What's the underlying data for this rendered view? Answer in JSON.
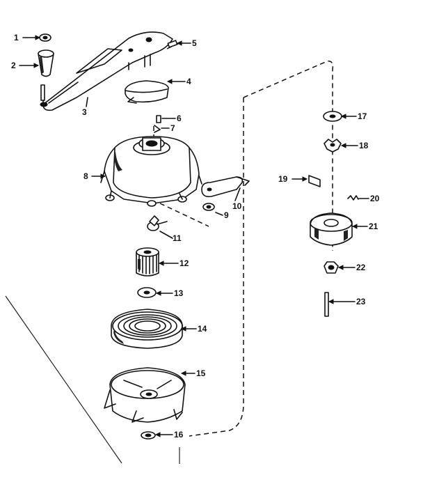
{
  "callouts": {
    "p1": "1",
    "p2": "2",
    "p3": "3",
    "p4": "4",
    "p5": "5",
    "p6": "6",
    "p7": "7",
    "p8": "8",
    "p9": "9",
    "p10": "10",
    "p11": "11",
    "p12": "12",
    "p13": "13",
    "p14": "14",
    "p15": "15",
    "p16": "16",
    "p17": "17",
    "p18": "18",
    "p19": "19",
    "p20": "20",
    "p21": "21",
    "p22": "22",
    "p23": "23"
  },
  "colors": {
    "ink": "#111111",
    "paper": "#ffffff"
  }
}
